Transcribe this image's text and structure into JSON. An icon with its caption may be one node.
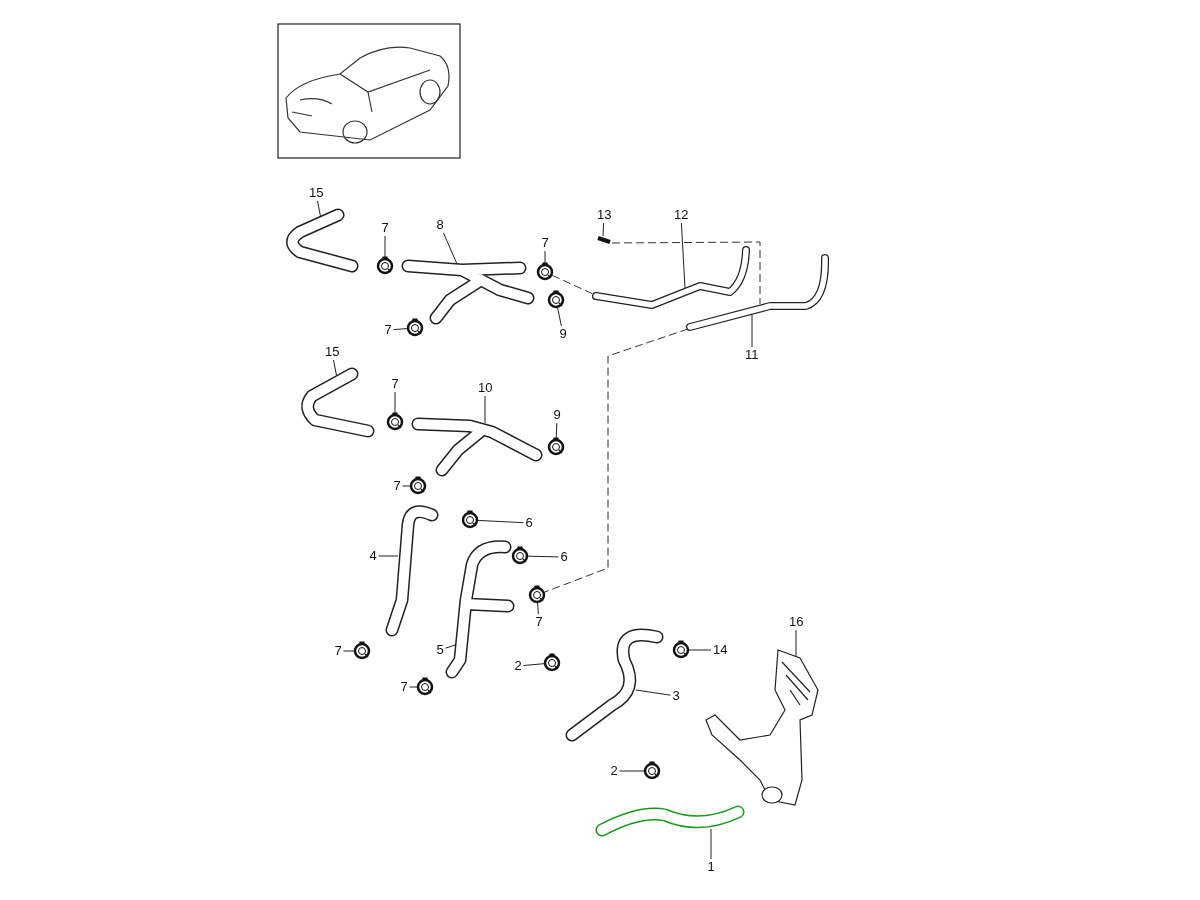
{
  "diagram": {
    "nodes": [
      {
        "text": [
          "15"
        ]
      },
      {
        "text": [
          "7"
        ]
      },
      {
        "text": [
          "8"
        ]
      },
      {
        "text": [
          "7"
        ]
      },
      {
        "text": [
          "13"
        ]
      },
      {
        "text": [
          "12"
        ]
      },
      {
        "text": [
          "7"
        ]
      },
      {
        "text": [
          "9"
        ]
      },
      {
        "text": [
          "11"
        ]
      },
      {
        "text": [
          "15"
        ]
      },
      {
        "text": [
          "7"
        ]
      },
      {
        "text": [
          "10"
        ]
      },
      {
        "text": [
          "9"
        ]
      },
      {
        "text": [
          "7"
        ]
      },
      {
        "text": [
          "6"
        ]
      },
      {
        "text": [
          "4"
        ]
      },
      {
        "text": [
          "6"
        ]
      },
      {
        "text": [
          "5"
        ]
      },
      {
        "text": [
          "7"
        ]
      },
      {
        "text": [
          "16"
        ]
      },
      {
        "text": [
          "2"
        ]
      },
      {
        "text": [
          "14"
        ]
      },
      {
        "text": [
          "7"
        ]
      },
      {
        "text": [
          "3"
        ]
      },
      {
        "text": [
          "7"
        ]
      },
      {
        "text": [
          "2"
        ]
      },
      {
        "text": [
          "1"
        ]
      },
      {
        "text": [],
        "shape": "picture"
      },
      {
        "text": [],
        "shape": "picture"
      },
      {
        "text": [],
        "shape": "picture"
      },
      {
        "text": [],
        "shape": "picture"
      },
      {
        "text": [],
        "shape": "picture"
      },
      {
        "text": [],
        "shape": "picture"
      },
      {
        "text": [],
        "shape": "picture"
      },
      {
        "text": [],
        "shape": "picture"
      },
      {
        "text": [],
        "shape": "picture"
      },
      {
        "text": [],
        "shape": "picture"
      },
      {
        "text": [],
        "shape": "picture"
      },
      {
        "text": [],
        "shape": "picture"
      },
      {
        "text": [],
        "shape": "picture"
      },
      {
        "text": [],
        "shape": "picture"
      },
      {
        "text": [],
        "shape": "picture"
      },
      {
        "text": [],
        "shape": "picture"
      },
      {
        "text": [],
        "shape": "picture"
      },
      {
        "text": [],
        "shape": "picture"
      },
      {
        "text": [],
        "shape": "picture"
      },
      {
        "text": [],
        "shape": "picture"
      },
      {
        "text": [],
        "shape": "picture"
      },
      {
        "text": [],
        "shape": "picture"
      },
      {
        "text": [],
        "shape": "picture"
      },
      {
        "text": [],
        "shape": "picture"
      },
      {
        "text": [],
        "shape": "picture"
      },
      {
        "text": [],
        "shape": "picture"
      },
      {
        "text": [],
        "shape": "picture"
      }
    ],
    "edges": [
      {
        "from": 0,
        "to": 27,
        "arrow": "none"
      },
      {
        "from": 1,
        "to": 28,
        "arrow": "none"
      },
      {
        "from": 2,
        "to": 29,
        "arrow": "none"
      },
      {
        "from": 3,
        "to": 30,
        "arrow": "none"
      },
      {
        "from": 4,
        "to": 31,
        "arrow": "none"
      },
      {
        "from": 5,
        "to": 32,
        "arrow": "none"
      },
      {
        "from": 6,
        "to": 33,
        "arrow": "none"
      },
      {
        "from": 7,
        "to": 34,
        "arrow": "none"
      },
      {
        "from": 8,
        "to": 35,
        "arrow": "none"
      },
      {
        "from": 9,
        "to": 36,
        "arrow": "none"
      },
      {
        "from": 10,
        "to": 37,
        "arrow": "none"
      },
      {
        "from": 11,
        "to": 38,
        "arrow": "none"
      },
      {
        "from": 12,
        "to": 39,
        "arrow": "none"
      },
      {
        "from": 13,
        "to": 40,
        "arrow": "none"
      },
      {
        "from": 14,
        "to": 41,
        "arrow": "none"
      },
      {
        "from": 15,
        "to": 42,
        "arrow": "none"
      },
      {
        "from": 16,
        "to": 43,
        "arrow": "none"
      },
      {
        "from": 17,
        "to": 44,
        "arrow": "none"
      },
      {
        "from": 18,
        "to": 45,
        "arrow": "none"
      },
      {
        "from": 19,
        "to": 46,
        "arrow": "none"
      },
      {
        "from": 20,
        "to": 47,
        "arrow": "none"
      },
      {
        "from": 21,
        "to": 48,
        "arrow": "none"
      },
      {
        "from": 22,
        "to": 49,
        "arrow": "none"
      },
      {
        "from": 23,
        "to": 50,
        "arrow": "none"
      },
      {
        "from": 24,
        "to": 51,
        "arrow": "none"
      },
      {
        "from": 25,
        "to": 52,
        "arrow": "none"
      },
      {
        "from": 26,
        "to": 53,
        "arrow": "none"
      },
      {
        "from": 30,
        "to": 32,
        "arrow": "none",
        "style": "dashed"
      },
      {
        "from": 31,
        "to": 35,
        "arrow": "none",
        "style": "dashed"
      },
      {
        "from": 35,
        "to": 45,
        "arrow": "none",
        "style": "dashed"
      }
    ]
  }
}
